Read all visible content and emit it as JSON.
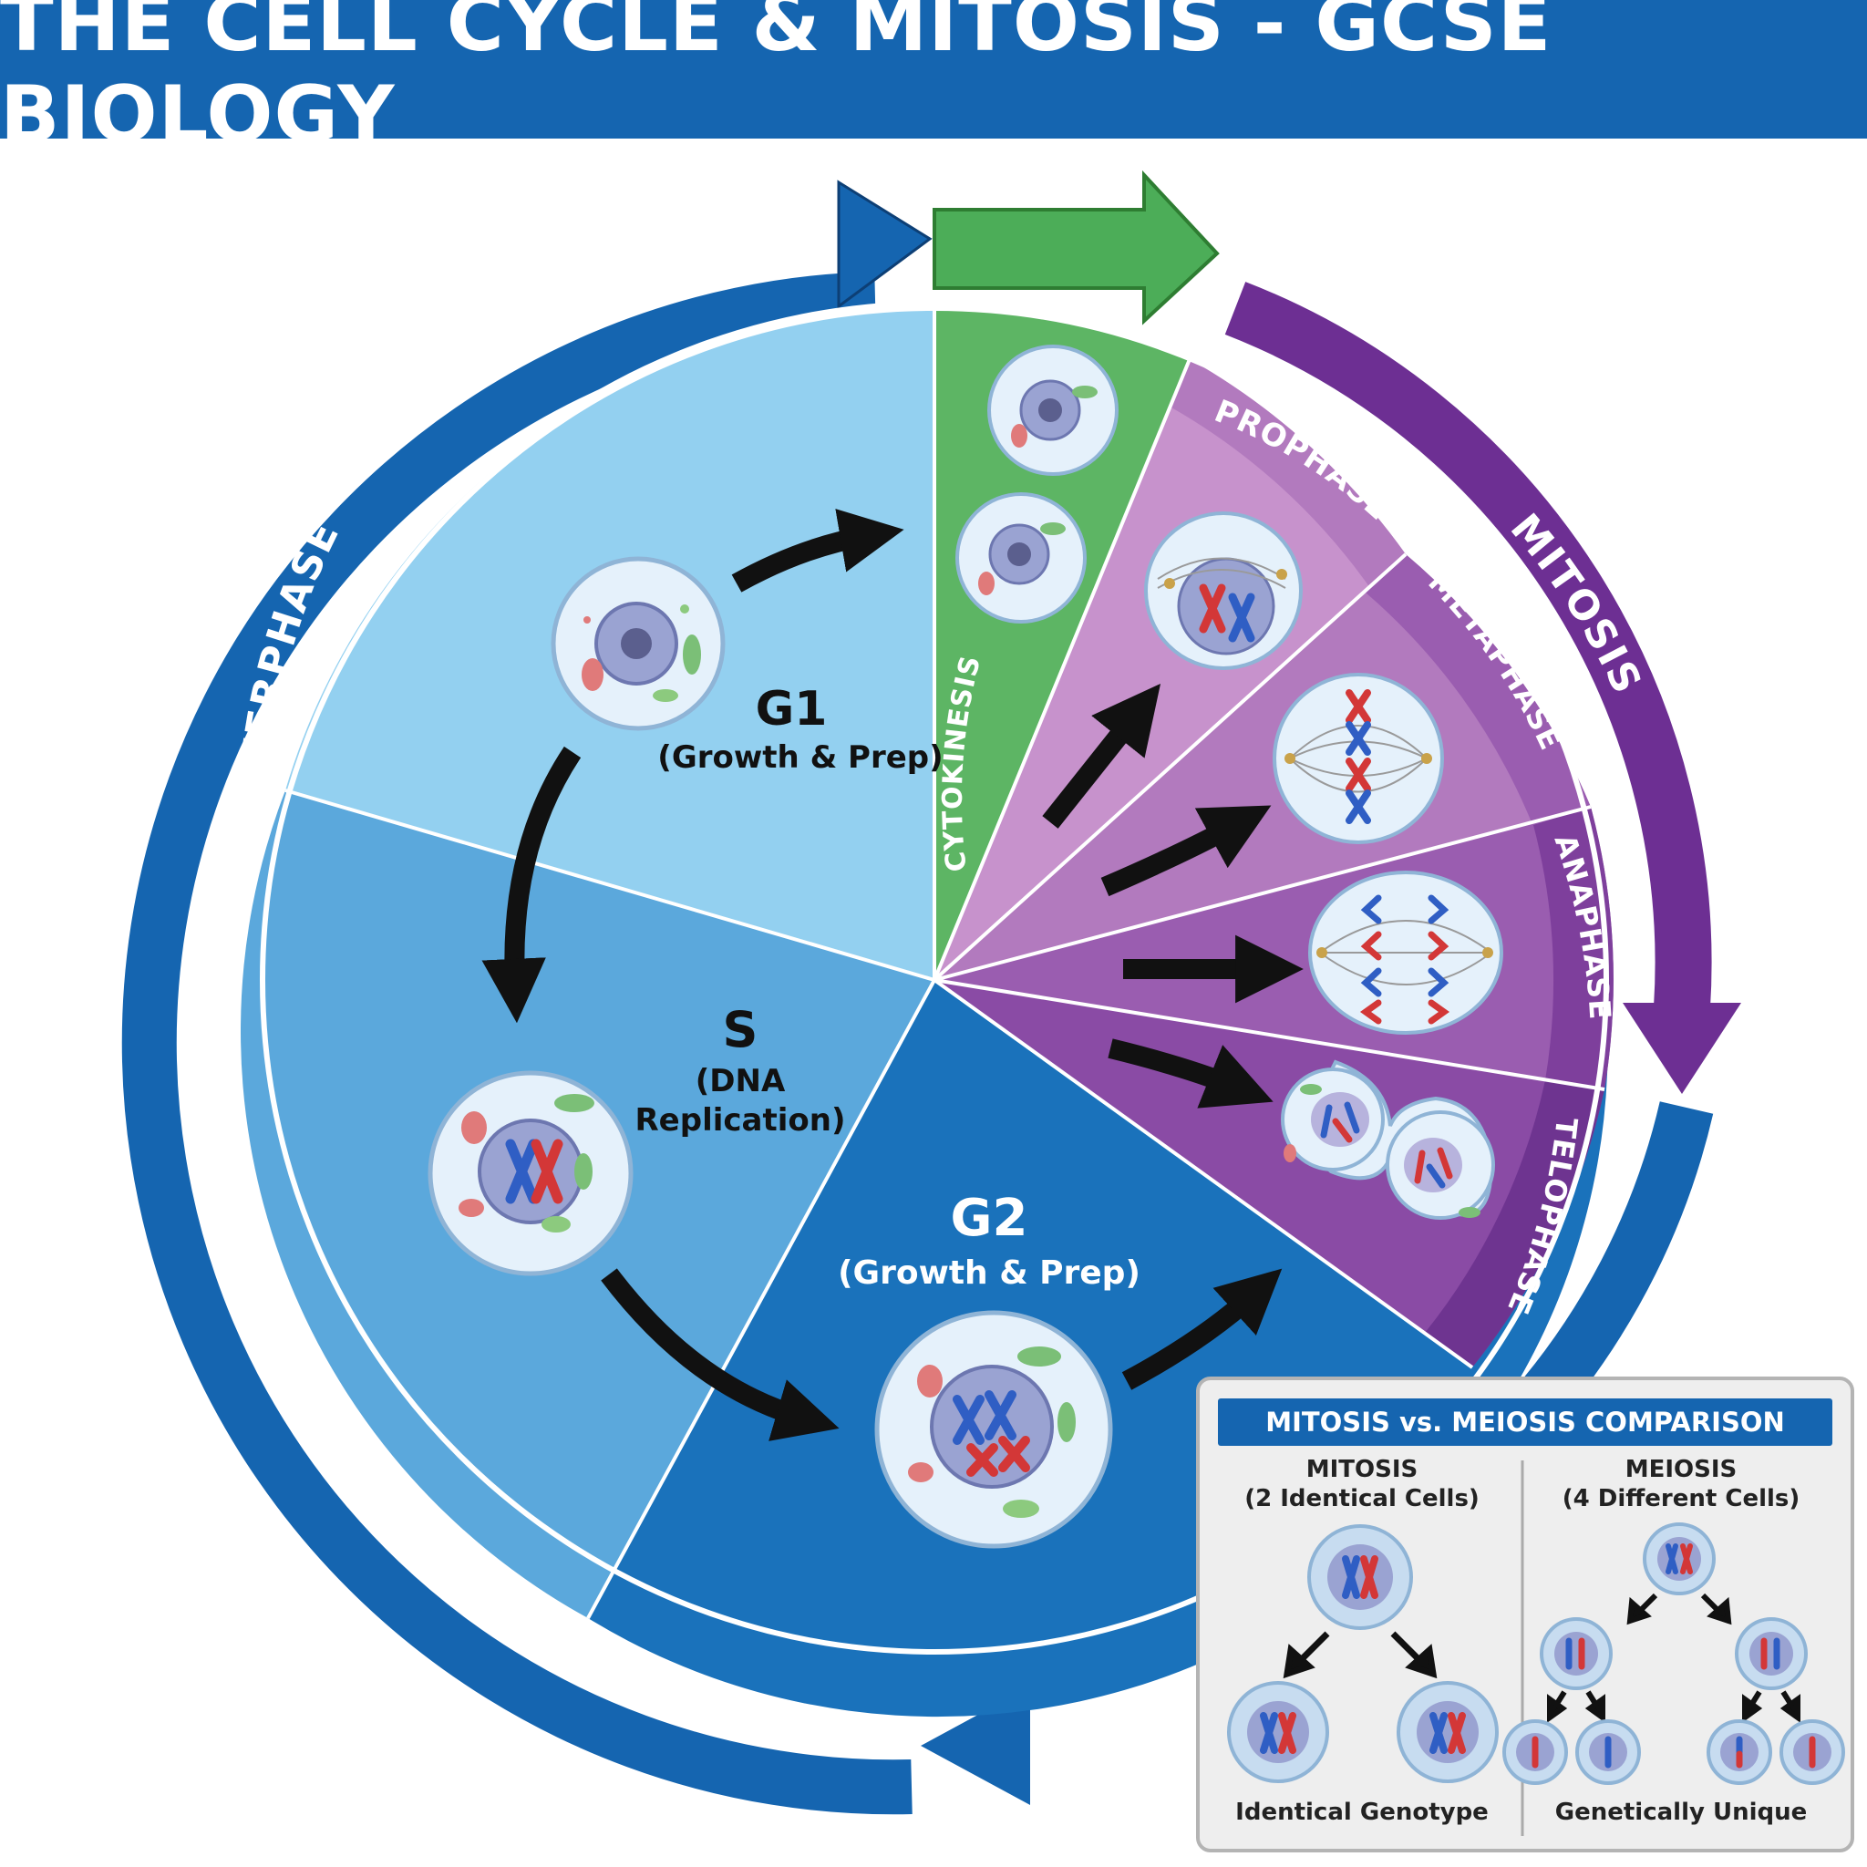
{
  "header": {
    "title": "THE CELL CYCLE & MITOSIS - GCSE BIOLOGY"
  },
  "colors": {
    "header_blue": "#1565b0",
    "g1_blue": "#93d0f0",
    "s_blue": "#5ba8dc",
    "g2_blue": "#1a72bb",
    "cytokinesis_green": "#5db564",
    "mitosis_purple": "#7a3a9c",
    "prophase_purple": "#c792cc",
    "metaphase_purple": "#b27abe",
    "anaphase_purple": "#9a5db0",
    "telophase_purple": "#8a4ba5"
  },
  "cycle": {
    "interphase_label": "INTERPHASE",
    "mitosis_label": "MITOSIS",
    "phases": {
      "g1": {
        "title": "G1",
        "subtitle": "(Growth & Prep)"
      },
      "s": {
        "title": "S",
        "subtitle_line1": "(DNA",
        "subtitle_line2": "Replication)"
      },
      "g2": {
        "title": "G2",
        "subtitle": "(Growth & Prep)"
      },
      "cytokinesis": {
        "label": "CYTOKINESIS"
      },
      "prophase": {
        "label": "PROPHASE"
      },
      "metaphase": {
        "label": "METAPHASE"
      },
      "anaphase": {
        "label": "ANAPHASE"
      },
      "telophase": {
        "label": "TELOPHASE"
      }
    }
  },
  "comparison": {
    "title": "MITOSIS vs. MEIOSIS COMPARISON",
    "mitosis": {
      "heading": "MITOSIS",
      "subheading": "(2 Identical Cells)",
      "footer": "Identical Genotype"
    },
    "meiosis": {
      "heading": "MEIOSIS",
      "subheading": "(4 Different Cells)",
      "footer": "Genetically Unique"
    }
  }
}
